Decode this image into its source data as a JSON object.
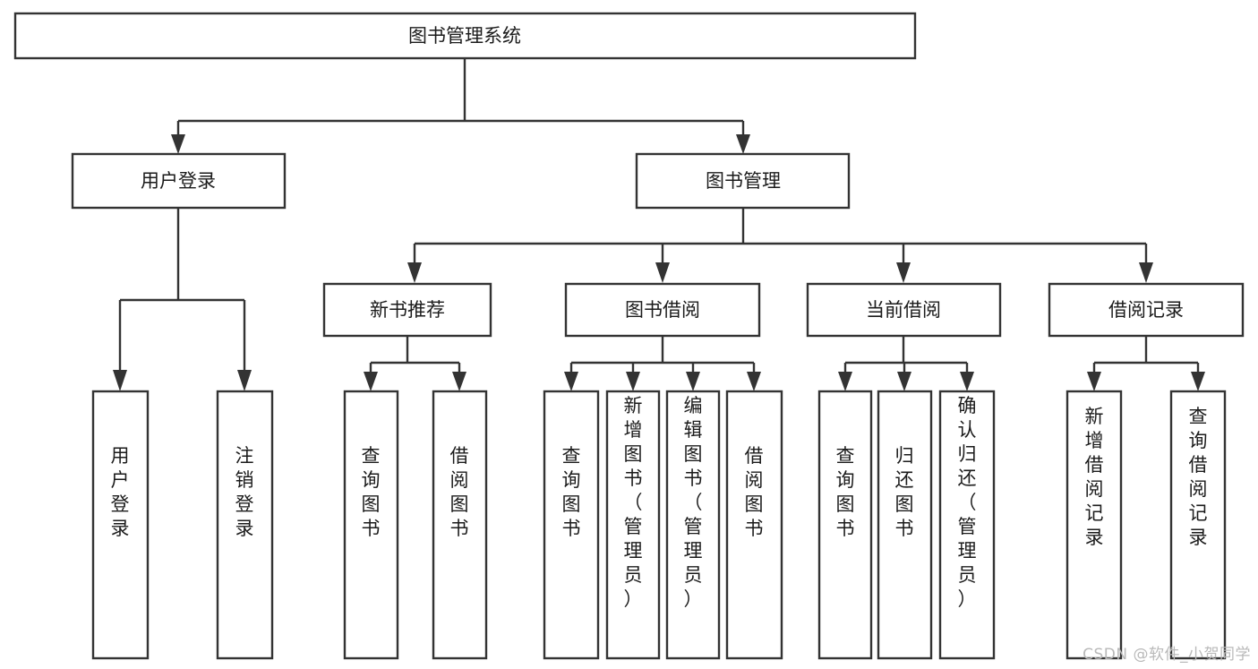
{
  "diagram": {
    "type": "hierarchy-tree",
    "title": "图书管理系统",
    "orientation": "top-down",
    "levels": 4,
    "colors": {
      "background": "#ffffff",
      "box_fill": "#ffffff",
      "box_stroke": "#333333",
      "text": "#1b1b1b",
      "watermark": "#b9b9b9"
    }
  },
  "root": {
    "label": "图书管理系统"
  },
  "level2": [
    {
      "id": "user-login",
      "label": "用户登录"
    },
    {
      "id": "book-manage",
      "label": "图书管理"
    }
  ],
  "level3": [
    {
      "id": "new-book-recommend",
      "label": "新书推荐",
      "parent": "book-manage"
    },
    {
      "id": "book-borrow",
      "label": "图书借阅",
      "parent": "book-manage"
    },
    {
      "id": "current-borrow",
      "label": "当前借阅",
      "parent": "book-manage"
    },
    {
      "id": "borrow-record",
      "label": "借阅记录",
      "parent": "book-manage"
    }
  ],
  "leaves": [
    {
      "id": "leaf-user-login",
      "label": "用户登录",
      "parent": "user-login"
    },
    {
      "id": "leaf-user-logout",
      "label": "注销登录",
      "parent": "user-login"
    },
    {
      "id": "leaf-query-book-1",
      "label": "查询图书",
      "parent": "new-book-recommend"
    },
    {
      "id": "leaf-borrow-book-1",
      "label": "借阅图书",
      "parent": "new-book-recommend"
    },
    {
      "id": "leaf-query-book-2",
      "label": "查询图书",
      "parent": "book-borrow"
    },
    {
      "id": "leaf-add-book",
      "label": "新增图书（管理员）",
      "parent": "book-borrow"
    },
    {
      "id": "leaf-edit-book",
      "label": "编辑图书（管理员）",
      "parent": "book-borrow"
    },
    {
      "id": "leaf-borrow-book-2",
      "label": "借阅图书",
      "parent": "book-borrow"
    },
    {
      "id": "leaf-query-book-3",
      "label": "查询图书",
      "parent": "current-borrow"
    },
    {
      "id": "leaf-return-book",
      "label": "归还图书",
      "parent": "current-borrow"
    },
    {
      "id": "leaf-confirm-return",
      "label": "确认归还（管理员）",
      "parent": "current-borrow"
    },
    {
      "id": "leaf-add-record",
      "label": "新增借阅记录",
      "parent": "borrow-record"
    },
    {
      "id": "leaf-query-record",
      "label": "查询借阅记录",
      "parent": "borrow-record"
    }
  ],
  "watermark": {
    "text": "CSDN @软件_小贺同学"
  }
}
